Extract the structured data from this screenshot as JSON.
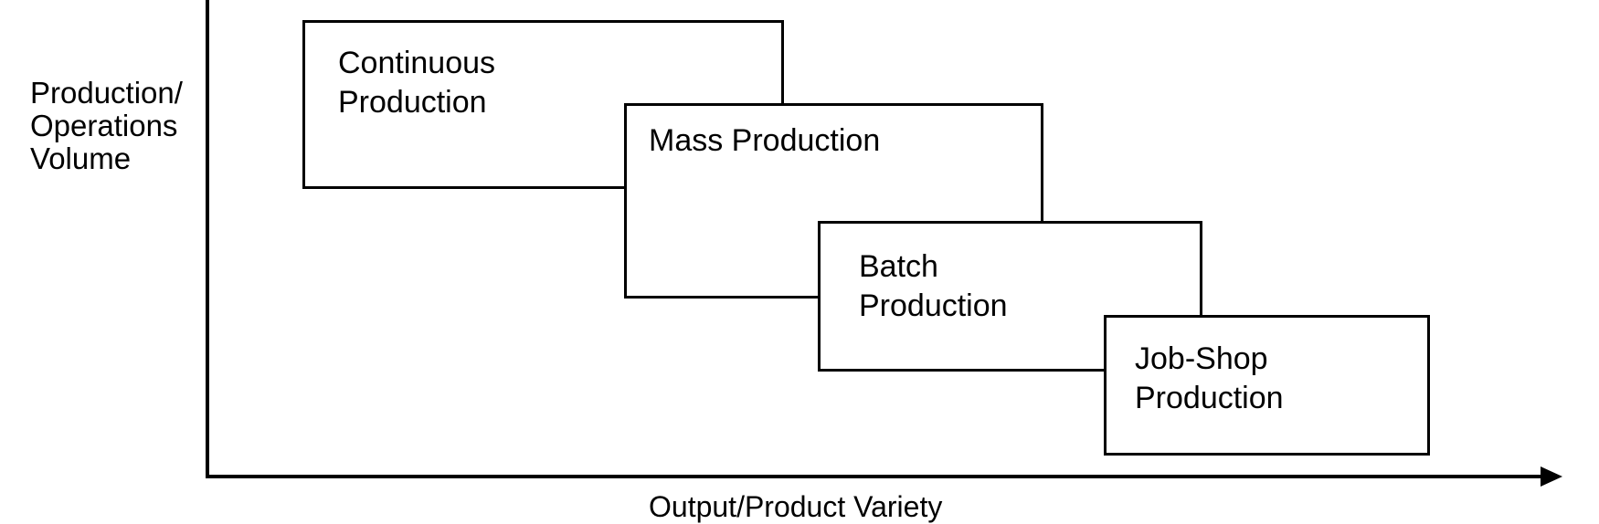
{
  "diagram": {
    "colors": {
      "background": "#ffffff",
      "line": "#000000",
      "text": "#000000"
    },
    "y_axis": {
      "label_lines": [
        "Production/",
        "Operations",
        "Volume"
      ]
    },
    "x_axis": {
      "label": "Output/Product Variety"
    },
    "boxes": [
      {
        "id": "continuous-production",
        "label_lines": [
          "Continuous",
          "Production"
        ]
      },
      {
        "id": "mass-production",
        "label_lines": [
          "Mass Production"
        ]
      },
      {
        "id": "batch-production",
        "label_lines": [
          "Batch",
          "Production"
        ]
      },
      {
        "id": "job-shop-production",
        "label_lines": [
          "Job-Shop",
          "Production"
        ]
      }
    ]
  }
}
